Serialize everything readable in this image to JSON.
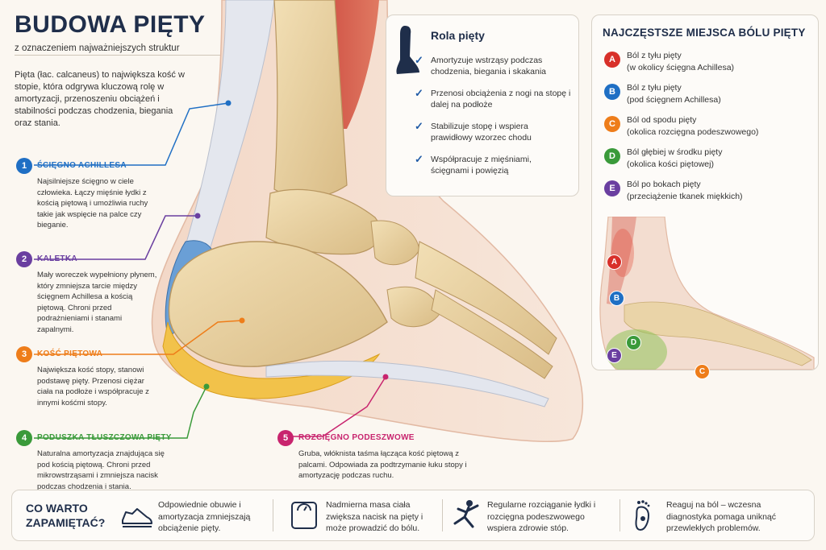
{
  "header": {
    "title": "BUDOWA PIĘTY",
    "subtitle": "z oznaczeniem najważniejszych struktur",
    "intro": "Pięta (łac. calcaneus) to największa kość w stopie, która odgrywa kluczową rolę w amortyzacji, przenoszeniu obciążeń i stabilności podczas chodzenia, biegania oraz stania."
  },
  "structures": [
    {
      "num": "1",
      "title": "ŚCIĘGNO ACHILLESA",
      "desc": "Najsilniejsze ścięgno w ciele człowieka. Łączy mięśnie łydki z kością piętową i umożliwia ruchy takie jak wspięcie na palce czy bieganie.",
      "color": "#1f6fc4"
    },
    {
      "num": "2",
      "title": "KALETKA",
      "desc": "Mały woreczek wypełniony płynem, który zmniejsza tarcie między ścięgnem Achillesa a kością piętową. Chroni przed podrażnieniami i stanami zapalnymi.",
      "color": "#6a3fa0"
    },
    {
      "num": "3",
      "title": "KOŚĆ PIĘTOWA",
      "desc": "Największa kość stopy, stanowi podstawę pięty. Przenosi ciężar ciała na podłoże i współpracuje z innymi kośćmi stopy.",
      "color": "#ee7d1a"
    },
    {
      "num": "4",
      "title": "PODUSZKA TŁUSZCZOWA PIĘTY",
      "desc": "Naturalna amortyzacja znajdująca się pod kością piętową. Chroni przed mikrowstrząsami i zmniejsza nacisk podczas chodzenia i stania.",
      "color": "#3a9a3a"
    },
    {
      "num": "5",
      "title": "ROZCIĘGNO PODESZWOWE",
      "desc": "Gruba, włóknista taśma łącząca kość piętową z palcami. Odpowiada za podtrzymanie łuku stopy i amortyzację podczas ruchu.",
      "color": "#c8246e"
    }
  ],
  "role": {
    "title": "Rola pięty",
    "items": [
      "Amortyzuje wstrząsy podczas chodzenia, biegania i skakania",
      "Przenosi obciążenia z nogi na stopę i dalej na podłoże",
      "Stabilizuje stopę i wspiera prawidłowy wzorzec chodu",
      "Współpracuje z mięśniami, ścięgnami i powięzią"
    ]
  },
  "pain": {
    "title": "NAJCZĘSTSZE MIEJSCA BÓLU PIĘTY",
    "items": [
      {
        "letter": "A",
        "title": "Ból z tyłu pięty",
        "detail": "(w okolicy ścięgna Achillesa)",
        "color": "#d8302a"
      },
      {
        "letter": "B",
        "title": "Ból z tyłu pięty",
        "detail": "(pod ścięgnem Achillesa)",
        "color": "#1f6fc4"
      },
      {
        "letter": "C",
        "title": "Ból od spodu pięty",
        "detail": "(okolica rozcięgna podeszwowego)",
        "color": "#ee7d1a"
      },
      {
        "letter": "D",
        "title": "Ból głębiej w środku pięty",
        "detail": "(okolica kości piętowej)",
        "color": "#3a9a3a"
      },
      {
        "letter": "E",
        "title": "Ból po bokach pięty",
        "detail": "(przeciążenie tkanek miękkich)",
        "color": "#6a3fa0"
      }
    ]
  },
  "bottom": {
    "title": "CO WARTO ZAPAMIĘTAĆ?",
    "tips": [
      {
        "text": "Odpowiednie obuwie i amortyzacja zmniejszają obciążenie pięty.",
        "icon": "shoe-icon"
      },
      {
        "text": "Nadmierna masa ciała zwiększa nacisk na pięty i może prowadzić do bólu.",
        "icon": "scale-icon"
      },
      {
        "text": "Regularne rozciąganie łydki i rozcięgna podeszwowego wspiera zdrowie stóp.",
        "icon": "stretching-person-icon"
      },
      {
        "text": "Reaguj na ból – wczesna diagnostyka pomaga uniknąć przewlekłych problemów.",
        "icon": "footprint-icon"
      }
    ]
  }
}
